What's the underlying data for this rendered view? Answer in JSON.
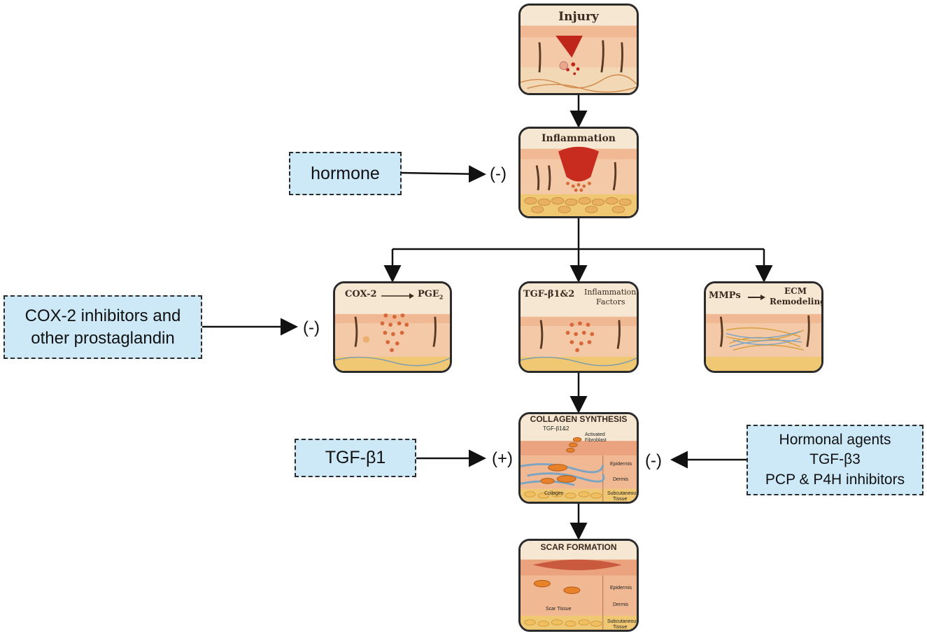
{
  "panels": {
    "injury": {
      "title": "Injury"
    },
    "inflammation": {
      "title": "Inflammation"
    },
    "cox": {
      "left_label": "COX-2",
      "right_label": "PGE",
      "sub": "2"
    },
    "tgf": {
      "left_label": "TGF-β1&2",
      "right_line1": "Inflammation",
      "right_line2": "Factors"
    },
    "mmp": {
      "left_label": "MMPs",
      "right_line1": "ECM",
      "right_line2": "Remodeling"
    },
    "collagen": {
      "title": "COLLAGEN SYNTHESIS",
      "tgf": "TGF-β1&2",
      "activated1": "Activated",
      "activated2": "Fibroblast",
      "epidermis": "Epidermis",
      "dermis": "Dermis",
      "collagen": "Collagen",
      "subcut1": "Subcutaneous",
      "subcut2": "Tissue"
    },
    "scar": {
      "title": "SCAR FORMATION",
      "epidermis": "Epidermis",
      "dermis": "Dermis",
      "scar": "Scar Tissue",
      "subcut1": "Subcutaneous",
      "subcut2": "Tissue"
    }
  },
  "regulators": {
    "hormone": {
      "label": "hormone",
      "sign": "(-)"
    },
    "cox_inhibitors": {
      "line1": "COX-2 inhibitors and",
      "line2": "other prostaglandin",
      "sign": "(-)"
    },
    "tgf_b1": {
      "label": "TGF-β1",
      "sign": "(+)"
    },
    "hormonal_agents": {
      "line1": "Hormonal agents",
      "line2": "TGF-β3",
      "line3": "PCP & P4H inhibitors",
      "sign": "(-)"
    }
  },
  "colors": {
    "skin_top": "#f3c9a8",
    "skin_mid": "#e9a27e",
    "wound": "#c0251a",
    "fat": "#f0c873",
    "regulator_fill": "#cde9f8"
  }
}
